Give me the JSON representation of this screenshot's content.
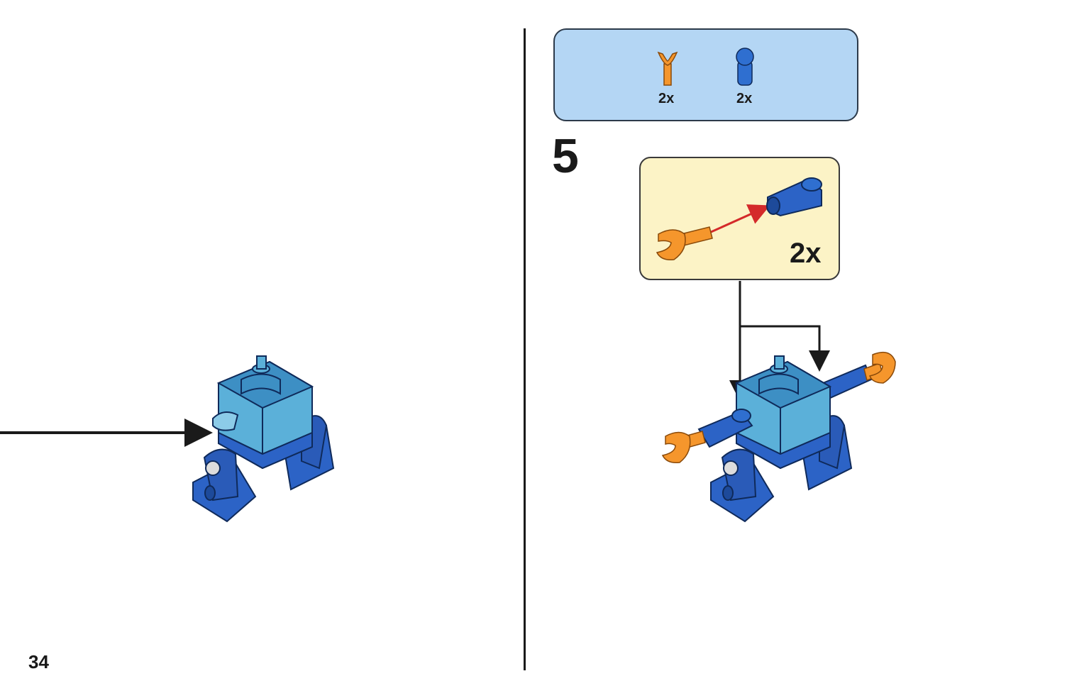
{
  "page": {
    "number": "34",
    "step": "5"
  },
  "parts_list": {
    "items": [
      {
        "icon": "orange-claw-icon",
        "qty": "2x",
        "color": "#f5962c"
      },
      {
        "icon": "blue-arm-connector-icon",
        "qty": "2x",
        "color": "#2f6fd0"
      }
    ]
  },
  "callout": {
    "qty": "2x"
  },
  "colors": {
    "parts_box_bg": "#b4d6f4",
    "callout_bg": "#fcf3c6",
    "brick_light_blue": "#5bb0d9",
    "brick_blue": "#2c63c6",
    "orange": "#f5962c",
    "arrow_red": "#d42a2a"
  }
}
